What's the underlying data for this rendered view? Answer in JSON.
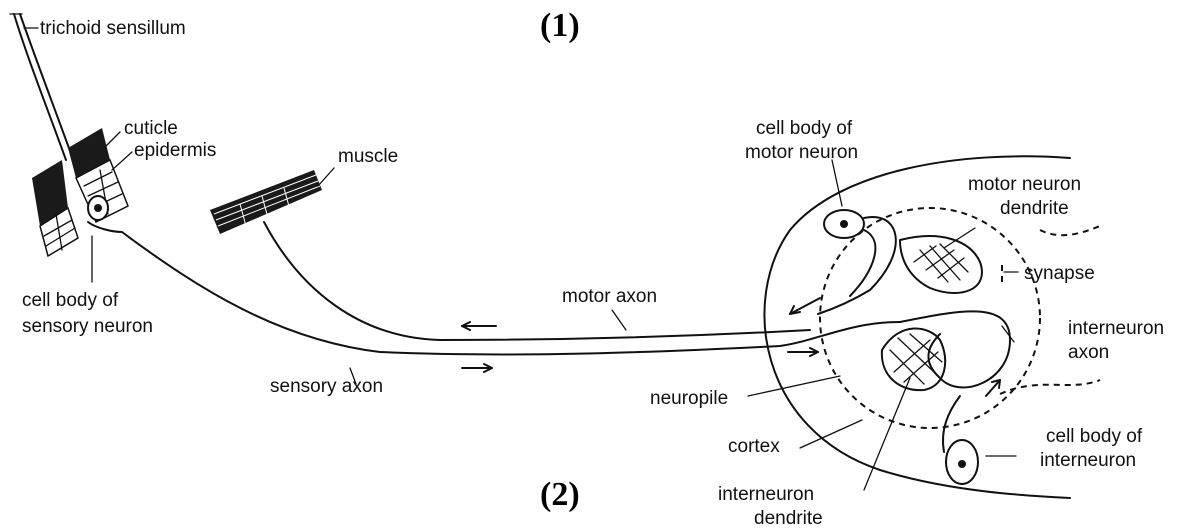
{
  "labels": {
    "panel_1": "(1)",
    "panel_2": "(2)",
    "trichoid_sensillum": "trichoid sensillum",
    "cuticle": "cuticle",
    "epidermis": "epidermis",
    "cell_body_sensory_1": "cell body of",
    "cell_body_sensory_2": "sensory neuron",
    "muscle": "muscle",
    "motor_axon": "motor axon",
    "sensory_axon": "sensory axon",
    "cell_body_motor_1": "cell body of",
    "cell_body_motor_2": "motor neuron",
    "motor_dendrite_1": "motor neuron",
    "motor_dendrite_2": "dendrite",
    "synapse": "synapse",
    "interneuron_axon_1": "interneuron",
    "interneuron_axon_2": "axon",
    "neuropile": "neuropile",
    "cortex": "cortex",
    "cell_body_inter_1": "cell body of",
    "cell_body_inter_2": "interneuron",
    "inter_dendrite_1": "interneuron",
    "inter_dendrite_2": "dendrite"
  }
}
